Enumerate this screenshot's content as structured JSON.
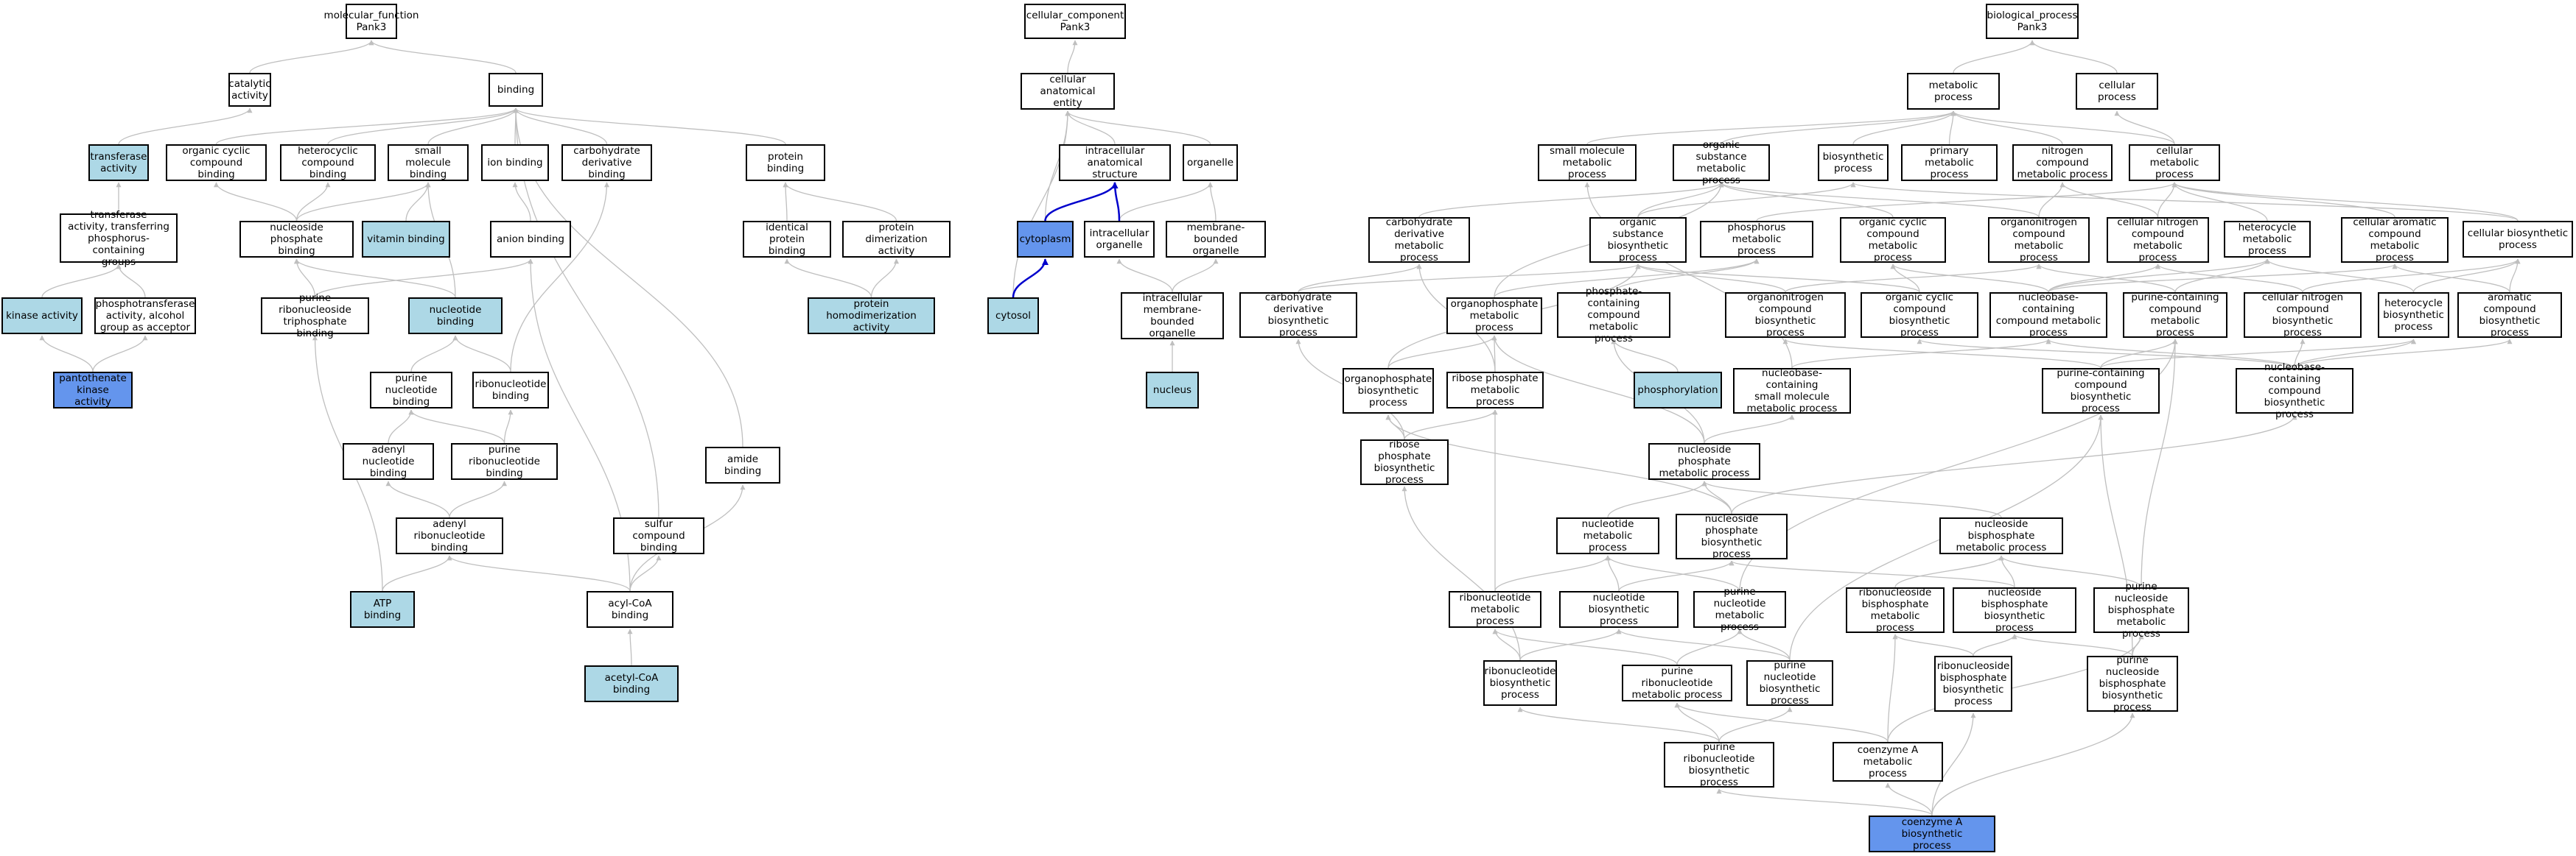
{
  "colors": {
    "node": "#ffffff",
    "light": "#add8e6",
    "dark": "#6495ed",
    "edge": "#bfbfbf",
    "edge_highlight": "#0000cc"
  },
  "nodes": {
    "mf": "molecular_function\nPank3",
    "catalytic": "catalytic activity",
    "binding": "binding",
    "transferase": "transferase\nactivity",
    "ocyc_bind": "organic cyclic\ncompound binding",
    "hetcyc_bind": "heterocyclic\ncompound binding",
    "smallmol_bind": "small molecule\nbinding",
    "ion_bind": "ion binding",
    "carbo_bind": "carbohydrate\nderivative binding",
    "protein_bind": "protein binding",
    "transferase_p": "transferase\nactivity, transferring\nphosphorus-containing\ngroups",
    "nucleoside_p_bind": "nucleoside phosphate\nbinding",
    "vitamin": "vitamin binding",
    "anion": "anion binding",
    "identical": "identical protein\nbinding",
    "dimer": "protein dimerization\nactivity",
    "kinase": "kinase activity",
    "phosphotransferase": "phosphotransferase\nactivity, alcohol\ngroup as acceptor",
    "prnt_bind": "purine ribonucleoside\ntriphosphate\nbinding",
    "nucleotide_bind": "nucleotide binding",
    "homodimer": "protein homodimerization\nactivity",
    "pantothenate_k": "pantothenate\nkinase activity",
    "purine_nt_bind": "purine nucleotide\nbinding",
    "ribont_bind": "ribonucleotide\nbinding",
    "adenyl_nt": "adenyl nucleotide\nbinding",
    "purine_ribont": "purine ribonucleotide\nbinding",
    "amide": "amide binding",
    "adenyl_ribont": "adenyl ribonucleotide\nbinding",
    "sulfur": "sulfur compound\nbinding",
    "atp": "ATP binding",
    "acylcoa": "acyl-CoA binding",
    "acetylcoa": "acetyl-CoA binding",
    "cc": "cellular_component\nPank3",
    "cae": "cellular anatomical\nentity",
    "ias": "intracellular\nanatomical structure",
    "organelle": "organelle",
    "cytoplasm": "cytoplasm",
    "ic_org": "intracellular\norganelle",
    "mb_org": "membrane-bounded\norganelle",
    "cytosol": "cytosol",
    "imbo": "intracellular\nmembrane-bounded\norganelle",
    "nucleus": "nucleus",
    "bp": "biological_process\nPank3",
    "metabolic": "metabolic process",
    "cellular": "cellular process",
    "smmp": "small molecule\nmetabolic process",
    "osmp": "organic substance\nmetabolic process",
    "biosyn": "biosynthetic\nprocess",
    "primary": "primary metabolic\nprocess",
    "ncmp": "nitrogen compound\nmetabolic process",
    "cmp": "cellular metabolic\nprocess",
    "cdmp": "carbohydrate\nderivative metabolic\nprocess",
    "osbp": "organic substance\nbiosynthetic\nprocess",
    "phosmp": "phosphorus metabolic\nprocess",
    "occmp": "organic cyclic\ncompound metabolic\nprocess",
    "onmp": "organonitrogen\ncompound metabolic\nprocess",
    "cncmp": "cellular nitrogen\ncompound metabolic\nprocess",
    "hetmp": "heterocycle\nmetabolic process",
    "cacmp": "cellular aromatic\ncompound metabolic\nprocess",
    "cbp": "cellular biosynthetic\nprocess",
    "cdbp": "carbohydrate\nderivative biosynthetic\nprocess",
    "orgpmp": "organophosphate\nmetabolic process",
    "pcmp": "phosphate-containing\ncompound metabolic\nprocess",
    "onbp": "organonitrogen\ncompound biosynthetic\nprocess",
    "occbp": "organic cyclic\ncompound biosynthetic\nprocess",
    "nbcmp": "nucleobase-containing\ncompound metabolic\nprocess",
    "pcompmp": "purine-containing\ncompound metabolic\nprocess",
    "cncbp": "cellular nitrogen\ncompound biosynthetic\nprocess",
    "hetbp": "heterocycle\nbiosynthetic\nprocess",
    "acbp": "aromatic compound\nbiosynthetic\nprocess",
    "orgpbp": "organophosphate\nbiosynthetic\nprocess",
    "rpmp": "ribose phosphate\nmetabolic process",
    "phosphorylation": "phosphorylation",
    "nbsmmp": "nucleobase-containing\nsmall molecule\nmetabolic process",
    "pcompbp": "purine-containing\ncompound biosynthetic\nprocess",
    "nbcbp": "nucleobase-containing\ncompound biosynthetic\nprocess",
    "rpbp": "ribose phosphate\nbiosynthetic\nprocess",
    "nspmp": "nucleoside phosphate\nmetabolic process",
    "ntmp": "nucleotide metabolic\nprocess",
    "nspbp": "nucleoside phosphate\nbiosynthetic\nprocess",
    "nsbpmp": "nucleoside bisphosphate\nmetabolic process",
    "rntmp": "ribonucleotide\nmetabolic process",
    "ntbp": "nucleotide biosynthetic\nprocess",
    "pntmp": "purine nucleotide\nmetabolic process",
    "rnsbpmp": "ribonucleoside\nbisphosphate\nmetabolic process",
    "nsbpbp": "nucleoside bisphosphate\nbiosynthetic\nprocess",
    "pnsbpmp": "purine nucleoside\nbisphosphate\nmetabolic process",
    "rntbp": "ribonucleotide\nbiosynthetic\nprocess",
    "prntmp": "purine ribonucleotide\nmetabolic process",
    "pntbp": "purine nucleotide\nbiosynthetic\nprocess",
    "rnsbpbp": "ribonucleoside\nbisphosphate\nbiosynthetic\nprocess",
    "pnsbpbp": "purine nucleoside\nbisphosphate\nbiosynthetic\nprocess",
    "prntbp": "purine ribonucleotide\nbiosynthetic\nprocess",
    "coamp": "coenzyme A metabolic\nprocess",
    "coabp": "coenzyme A biosynthetic\nprocess"
  }
}
